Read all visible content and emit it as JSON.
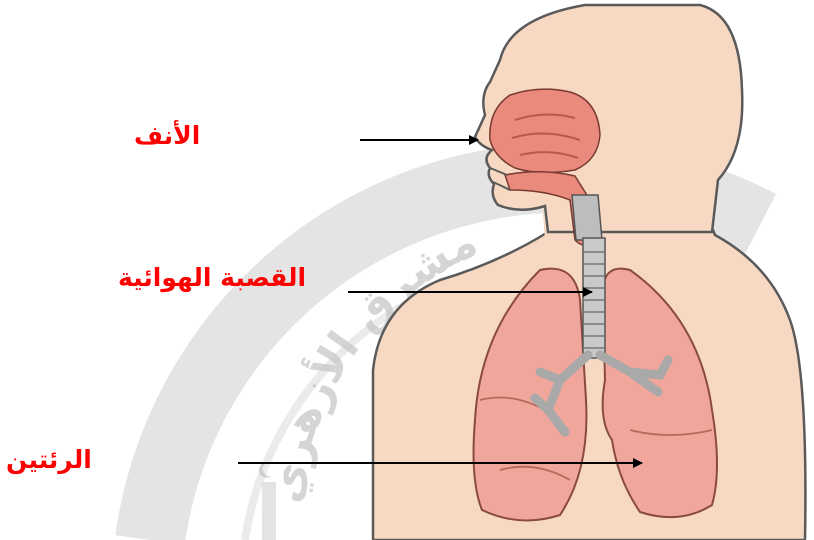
{
  "watermark": {
    "text": "مشرق الأزهري",
    "color": "#cfcfcf"
  },
  "labels": {
    "nose": "الأنف",
    "trachea": "القصبة الهوائية",
    "lungs": "الرئتين"
  },
  "colors": {
    "label": "#ff0000",
    "arrow": "#000000",
    "skin": "#f6d8c3",
    "outline": "#5a5a5a",
    "lung": "#f1a69c",
    "nasal_cavity": "#e98a7c",
    "trachea": "#c9c9c9"
  }
}
